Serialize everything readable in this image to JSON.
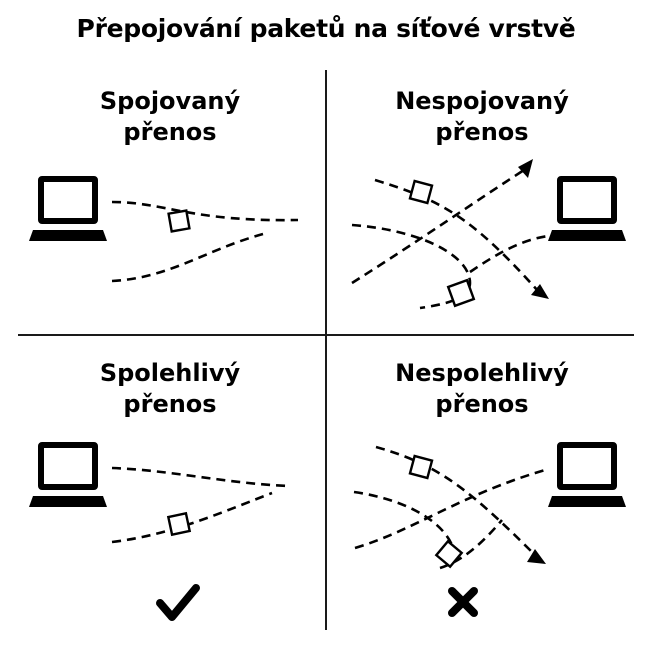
{
  "title": "Přepojování paketů na síťové vrstvě",
  "quadrants": [
    {
      "line1": "Spojovaný",
      "line2": "přenos"
    },
    {
      "line1": "Nespojovaný",
      "line2": "přenos"
    },
    {
      "line1": "Spolehlivý",
      "line2": "přenos"
    },
    {
      "line1": "Nespolehlivý",
      "line2": "přenos"
    }
  ],
  "icons": {
    "computer": "laptop-icon",
    "data_unit": "packet-icon",
    "success": "checkmark-icon",
    "failure": "cross-icon"
  },
  "colors": {
    "foreground": "#000000",
    "background": "#ffffff"
  }
}
